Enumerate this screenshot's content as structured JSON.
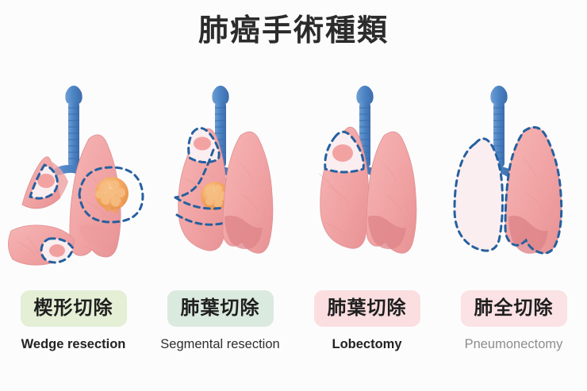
{
  "title": "肺癌手術種類",
  "background_color": "#fcfcfd",
  "palette": {
    "lung_fill": "#f2a3a4",
    "lung_fill_light": "#f4b0b0",
    "lung_shadow": "#d9787c",
    "lung_removed": "#fbeef0",
    "trachea_blue": "#4f86c6",
    "trachea_blue_dark": "#3f6fae",
    "dashed_blue": "#25609f",
    "tumor_orange": "#f2a460",
    "tumor_orange_light": "#f7c089",
    "tumor_pink": "#f2a0a0",
    "title_color": "#2b2b2b"
  },
  "panels": [
    {
      "id": "wedge",
      "procedure_jp": "楔形切除",
      "procedure_en": "Wedge resection",
      "pill_color": "#e4efd5",
      "caption_style": "bold",
      "diagram": {
        "type": "lung-surgery-illustration",
        "removed_pieces": 2,
        "tumors": 3,
        "dashed_outline": "wedge-shaped region around tumor"
      }
    },
    {
      "id": "segmental",
      "procedure_jp": "肺葉切除",
      "procedure_en": "Segmental resection",
      "pill_color": "#dbeade",
      "caption_style": "reg",
      "diagram": {
        "type": "lung-surgery-illustration",
        "removed_pieces": 0,
        "tumors": 2,
        "dashed_outline": "segment boundaries within lobe"
      }
    },
    {
      "id": "lobectomy",
      "procedure_jp": "肺葉切除",
      "procedure_en": "Lobectomy",
      "pill_color": "#fbdee0",
      "caption_style": "bold",
      "diagram": {
        "type": "lung-surgery-illustration",
        "removed_pieces": 0,
        "tumors": 1,
        "dashed_outline": "entire upper lobe"
      }
    },
    {
      "id": "pneumonectomy",
      "procedure_jp": "肺全切除",
      "procedure_en": "Pneumonectomy",
      "pill_color": "#fbe2e4",
      "caption_style": "mut",
      "diagram": {
        "type": "lung-surgery-illustration",
        "removed_pieces": 0,
        "tumors": 0,
        "dashed_outline": "entire left and right lung"
      }
    }
  ]
}
